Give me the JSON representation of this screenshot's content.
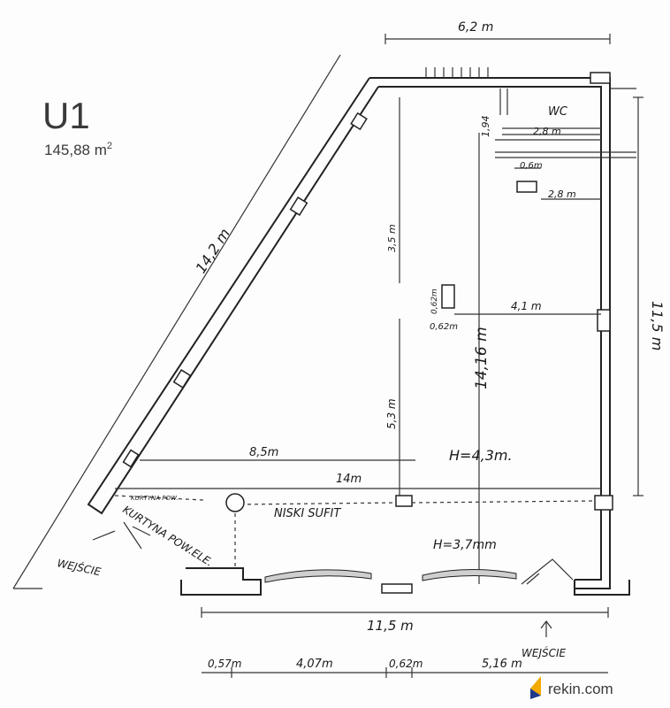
{
  "unit": {
    "title": "U1",
    "area": "145,88 m",
    "area_sup": "2"
  },
  "labels": {
    "wc": "WC",
    "h_main": "H=4,3m.",
    "h_low": "H=3,7mm",
    "low_ceiling": "NISKI SUFIT",
    "curtain": "KURTYNA POW.ELE.",
    "entrance_left": "WEJŚCIE",
    "entrance_right": "WEJŚCIE",
    "small_note": "KURTYNA POW."
  },
  "dimensions": {
    "top_width": "6,2 m",
    "diagonal": "14,2 m",
    "right_height": "11,5 m",
    "bottom_width": "11,5 m",
    "d_1_94": "1,94",
    "d_2_8a": "2,8 m",
    "d_0_6": "0,6m",
    "d_2_8b": "2,8 m",
    "d_3_5": "3,5 m",
    "d_0_62v": "0,62m",
    "d_0_62h": "0,62m",
    "d_4_1": "4,1 m",
    "d_14_16": "14,16 m",
    "d_5_3": "5,3 m",
    "d_8_5": "8,5m",
    "d_14": "14m",
    "bottom_0_57": "0,57m",
    "bottom_4_07": "4,07m",
    "bottom_0_62": "0,62m",
    "bottom_5_16": "5,16 m"
  },
  "brand": {
    "name": "rekin.com"
  },
  "colors": {
    "logo_dark": "#1f3a8a",
    "logo_accent": "#f2a900",
    "ink": "#1a1a1a"
  }
}
